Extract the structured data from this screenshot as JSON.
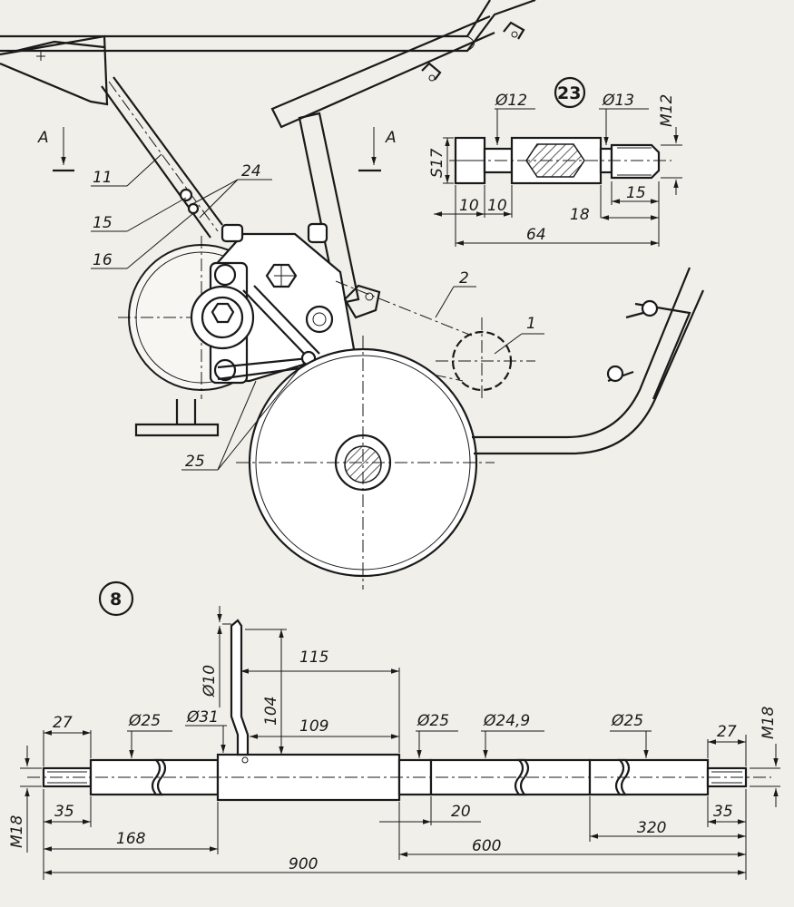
{
  "assembly": {
    "section_letter_left": "A",
    "section_letter_right": "A",
    "callouts": [
      "11",
      "24",
      "15",
      "16",
      "2",
      "1",
      "25"
    ]
  },
  "detail_23": {
    "number": "23",
    "dims": {
      "d12": "Ø12",
      "d13": "Ø13",
      "m12": "M12",
      "s17": "S17",
      "l10a": "10",
      "l10b": "10",
      "l15": "15",
      "l18": "18",
      "l64": "64"
    }
  },
  "detail_8": {
    "number": "8",
    "dims": {
      "d10": "Ø10",
      "l115": "115",
      "l104": "104",
      "d31": "Ø31",
      "l109": "109",
      "l27_left": "27",
      "d25_left": "Ø25",
      "d25_mid": "Ø25",
      "d249": "Ø24,9",
      "d25_right": "Ø25",
      "l27_right": "27",
      "m18_right": "M18",
      "m18_left": "M18",
      "l35_left": "35",
      "l20": "20",
      "l35_right": "35",
      "l168": "168",
      "l600": "600",
      "l320": "320",
      "l900": "900"
    }
  }
}
